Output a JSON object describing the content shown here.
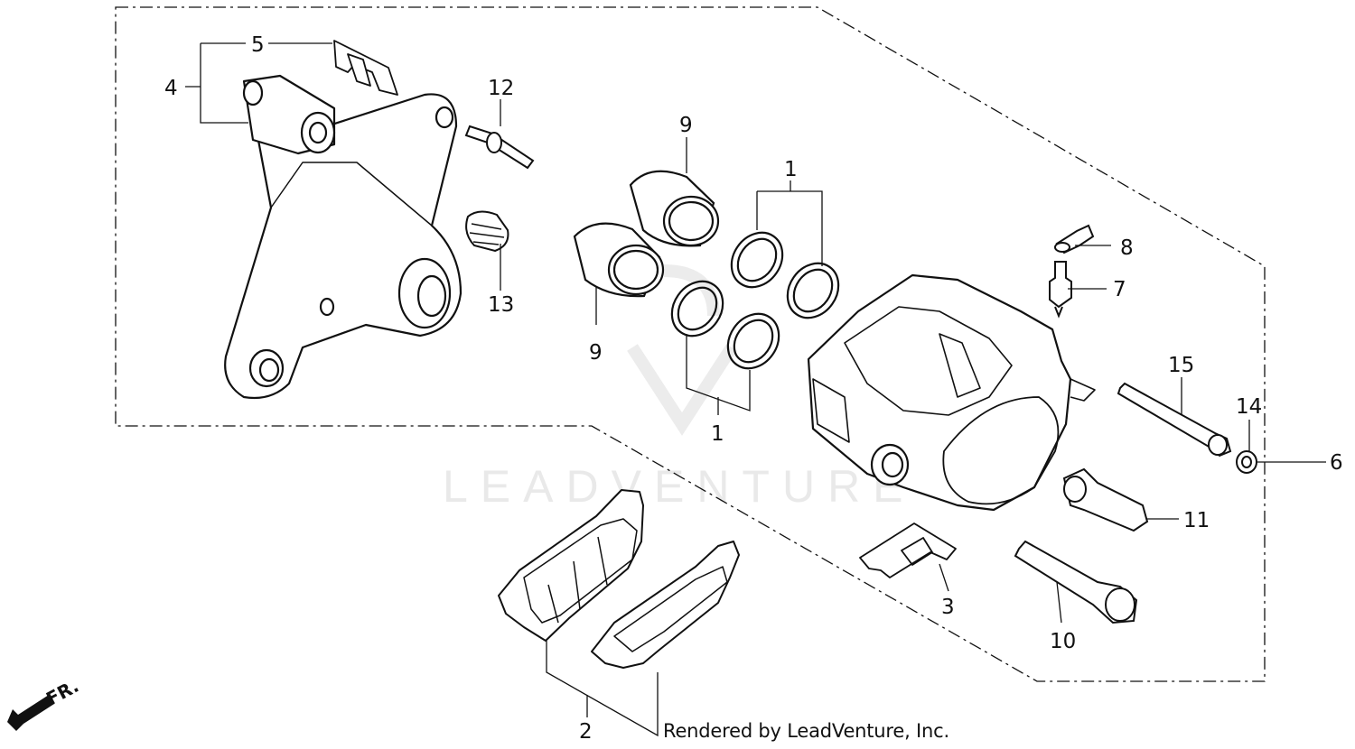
{
  "diagram": {
    "callouts": {
      "c1a": "1",
      "c1b": "1",
      "c2": "2",
      "c3": "3",
      "c4": "4",
      "c5": "5",
      "c6": "6",
      "c7": "7",
      "c8": "8",
      "c9a": "9",
      "c9b": "9",
      "c10": "10",
      "c11": "11",
      "c12": "12",
      "c13": "13",
      "c14": "14",
      "c15": "15"
    },
    "front_indicator": "FR.",
    "watermark": "LEADVENTURE",
    "footer": "Rendered by LeadVenture, Inc."
  }
}
